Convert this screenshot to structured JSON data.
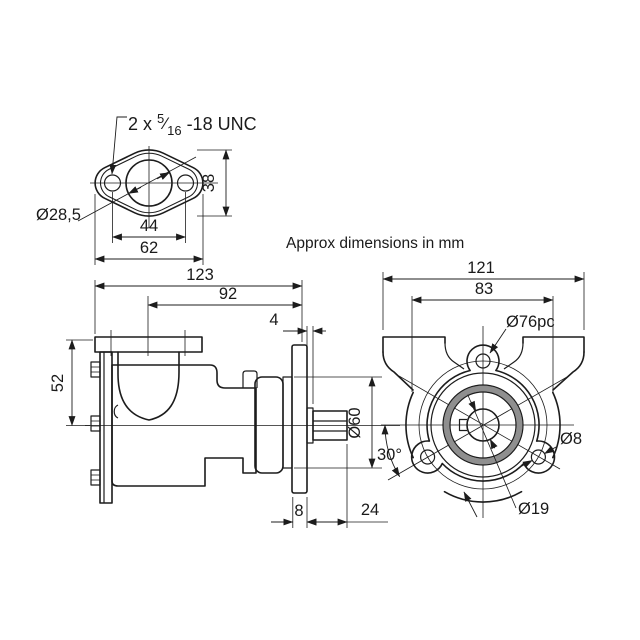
{
  "note": "Approx dimensions in mm",
  "drawing_line_color": "#1c1c1c",
  "top_view": {
    "thread_label": {
      "prefix": "2 x ",
      "numerator": "5",
      "slash": "⁄",
      "denominator": "16",
      "suffix": " -18 UNC"
    },
    "dims": {
      "bore": "Ø28,5",
      "height": "38",
      "hole_spacing": "44",
      "width": "62"
    }
  },
  "side_view": {
    "dims": {
      "overall_length": "123",
      "length_to_flange": "92",
      "pilot": "4",
      "mount_height": "52",
      "flange_diameter": "Ø60",
      "flange_thickness": "8",
      "shaft_length": "24"
    }
  },
  "front_view": {
    "dims": {
      "overall_width": "121",
      "port_spacing": "83",
      "bolt_circle": "Ø76pc",
      "bolt_hole": "Ø8",
      "shaft_bore": "Ø19",
      "hole_angle": "30°"
    }
  }
}
